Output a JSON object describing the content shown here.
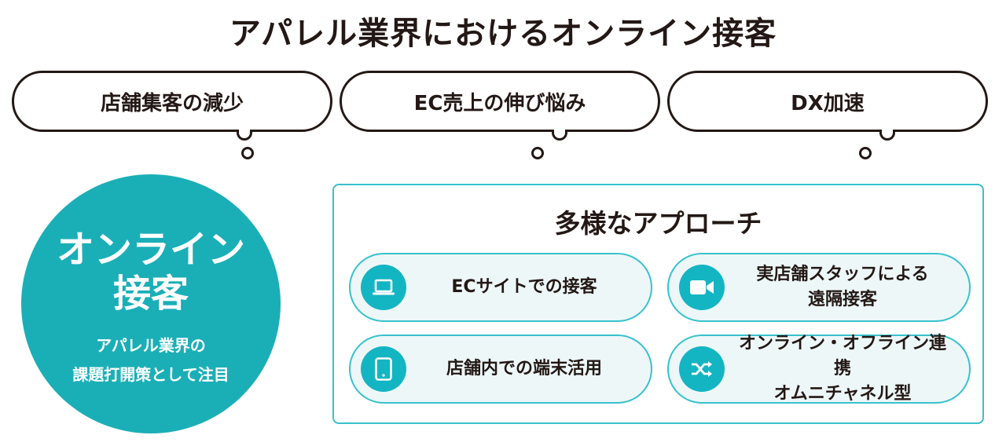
{
  "title": "アパレル業界におけるオンライン接客",
  "bubbles": [
    {
      "label": "店舗集客の減少"
    },
    {
      "label": "EC売上の伸び悩み"
    },
    {
      "label": "DX加速"
    }
  ],
  "circle": {
    "title_line1": "オンライン",
    "title_line2": "接客",
    "sub_line1": "アパレル業界の",
    "sub_line2": "課題打開策として注目"
  },
  "panel": {
    "title": "多様なアプローチ",
    "cards": [
      {
        "icon": "laptop-icon",
        "line1": "ECサイトでの接客",
        "line2": ""
      },
      {
        "icon": "video-camera-icon",
        "line1": "実店舗スタッフによる",
        "line2": "遠隔接客"
      },
      {
        "icon": "tablet-icon",
        "line1": "店舗内での端末活用",
        "line2": ""
      },
      {
        "icon": "shuffle-icon",
        "line1": "オンライン・オフライン連携",
        "line2": "オムニチャネル型"
      }
    ]
  },
  "colors": {
    "accent": "#1aafb7",
    "border": "#37c2cc",
    "card_bg": "#edf7f8",
    "text": "#231815"
  }
}
